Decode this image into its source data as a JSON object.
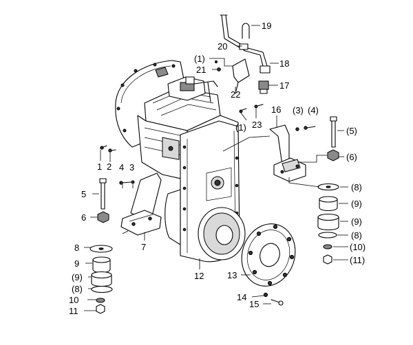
{
  "labels": {
    "l1": "1",
    "l2": "2",
    "l3": "3",
    "l4": "4",
    "l5": "5",
    "l6": "6",
    "l7": "7",
    "l8": "8",
    "l9": "9",
    "l9p": "(9)",
    "l8p": "(8)",
    "l10": "10",
    "l11": "11",
    "l12": "12",
    "l13": "13",
    "l14": "14",
    "l15": "15",
    "l16": "16",
    "l17": "17",
    "l18": "18",
    "l19": "19",
    "l20": "20",
    "l21": "21",
    "l22": "22",
    "l23": "23",
    "l1p_top": "(1)",
    "l1p_mid": "(1)",
    "l3p": "(3)",
    "l4p": "(4)",
    "l5p": "(5)",
    "l6p": "(6)",
    "l8p_a": "(8)",
    "l9p_a": "(9)",
    "l9p_b": "(9)",
    "l8p_b": "(8)",
    "l10p": "(10)",
    "l11p": "(11)"
  }
}
